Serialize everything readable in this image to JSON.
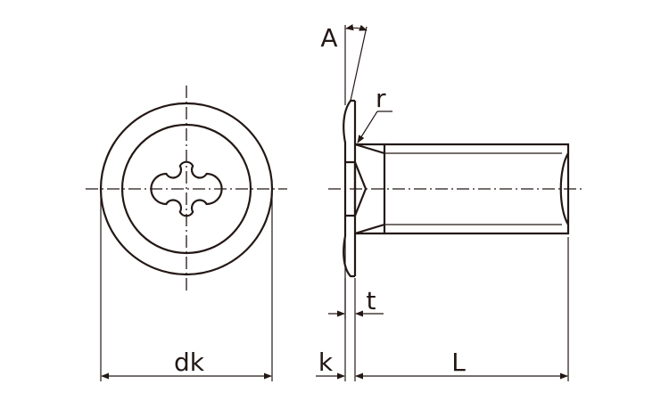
{
  "diagram": {
    "labels": {
      "dk": "dk",
      "k": "k",
      "L": "L",
      "t": "t",
      "r": "r",
      "A": "A"
    },
    "colors": {
      "stroke": "#231815",
      "background": "#ffffff"
    },
    "views": [
      "front-view",
      "side-view"
    ]
  }
}
